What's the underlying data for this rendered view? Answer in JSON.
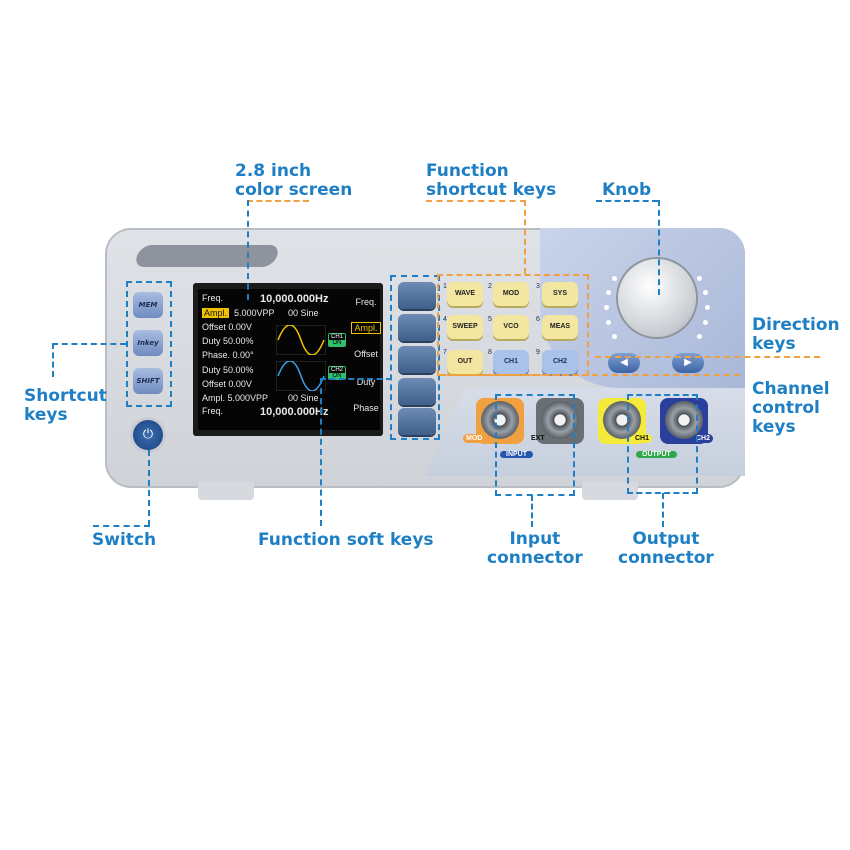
{
  "callouts": {
    "color_screen": [
      "2.8 inch",
      "color screen"
    ],
    "function_shortcut_keys": [
      "Function",
      "shortcut keys"
    ],
    "knob": "Knob",
    "direction_keys": [
      "Direction",
      "keys"
    ],
    "channel_control_keys": [
      "Channel",
      "control",
      "keys"
    ],
    "shortcut_keys": [
      "Shortcut",
      "keys"
    ],
    "switch": "Switch",
    "function_soft_keys": "Function soft keys",
    "input_connector": [
      "Input",
      "connector"
    ],
    "output_connector": [
      "Output",
      "connector"
    ]
  },
  "colors": {
    "callout": "#1f7fc4",
    "orange": "#f0a040"
  },
  "screen": {
    "rows": [
      {
        "label": "Freq.",
        "value": "10,000.000Hz"
      },
      {
        "label": "Ampl.",
        "value": "5.000VPP",
        "extra": "00 Sine"
      },
      {
        "label": "Offset",
        "value": "0.00V"
      },
      {
        "label": "Duty",
        "value": "50.00%"
      },
      {
        "label": "Phase.",
        "value": "0.00°"
      },
      {
        "label": "Duty",
        "value": "50.00%"
      },
      {
        "label": "Offset",
        "value": "0.00V"
      },
      {
        "label": "Ampl.",
        "value": "5.000VPP",
        "extra": "00 Sine"
      },
      {
        "label": "Freq.",
        "value": "10,000.000Hz"
      }
    ],
    "ch1_badge": "CH1",
    "ch1_state": "ON",
    "ch2_badge": "CH2",
    "ch2_state": "ON",
    "soft_menu": [
      "Freq.",
      "Ampl.",
      "Offset",
      "Duty",
      "Phase"
    ]
  },
  "side_keys": [
    "MEM",
    "Inkey",
    "SHIFT"
  ],
  "power_icon": "power-icon",
  "function_keys": [
    {
      "num": "1",
      "label": "WAVE"
    },
    {
      "num": "2",
      "label": "MOD"
    },
    {
      "num": "3",
      "label": "SYS"
    },
    {
      "num": "4",
      "label": "SWEEP"
    },
    {
      "num": "5",
      "label": "VCO"
    },
    {
      "num": "6",
      "label": "MEAS"
    },
    {
      "num": "7",
      "label": "OUT"
    },
    {
      "num": "8",
      "label": "CH1"
    },
    {
      "num": "9",
      "label": "CH2"
    }
  ],
  "direction_keys": [
    "◀",
    "▶"
  ],
  "connectors": {
    "mod": "MOD",
    "ext": "EXT",
    "ch1": "CH1",
    "ch2": "CH2",
    "input_group": "INPUT",
    "output_group": "OUTPUT"
  }
}
